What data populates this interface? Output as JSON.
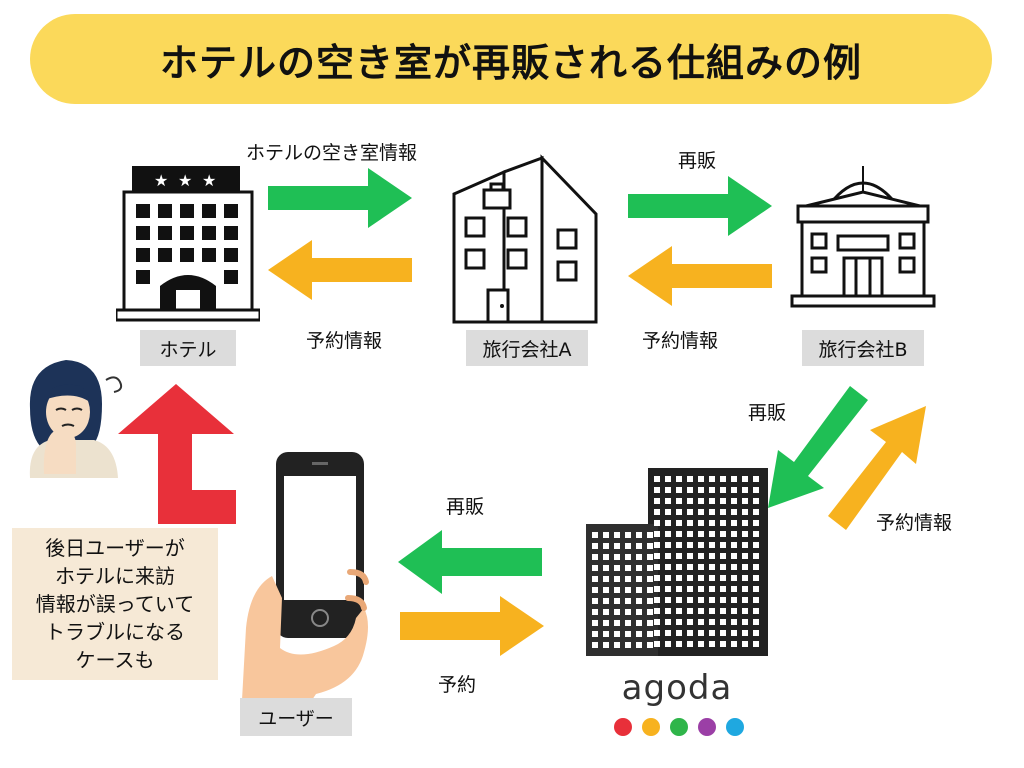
{
  "title": "ホテルの空き室が再販される仕組みの例",
  "nodes": {
    "hotel": "ホテル",
    "agency_a": "旅行会社A",
    "agency_b": "旅行会社B",
    "user": "ユーザー",
    "agoda": "agoda"
  },
  "edges": {
    "hotel_to_a": "ホテルの空き室情報",
    "a_to_hotel": "予約情報",
    "a_to_b": "再販",
    "b_to_a": "予約情報",
    "b_to_agoda": "再販",
    "agoda_to_b": "予約情報",
    "agoda_to_user": "再販",
    "user_to_agoda": "予約"
  },
  "note_lines": [
    "後日ユーザーが",
    "ホテルに来訪",
    "情報が誤っていて",
    "トラブルになる",
    "ケースも"
  ],
  "colors": {
    "title_bg": "#fbd95a",
    "green_arrow": "#1fbf55",
    "orange_arrow": "#f7b21f",
    "red_arrow": "#e8303a",
    "label_bg": "#dcdcdc",
    "note_bg": "#f6e9d6"
  },
  "agoda_dots": [
    "#e8303a",
    "#f7b21f",
    "#2fb54a",
    "#9b3fa6",
    "#1fa8e0"
  ]
}
